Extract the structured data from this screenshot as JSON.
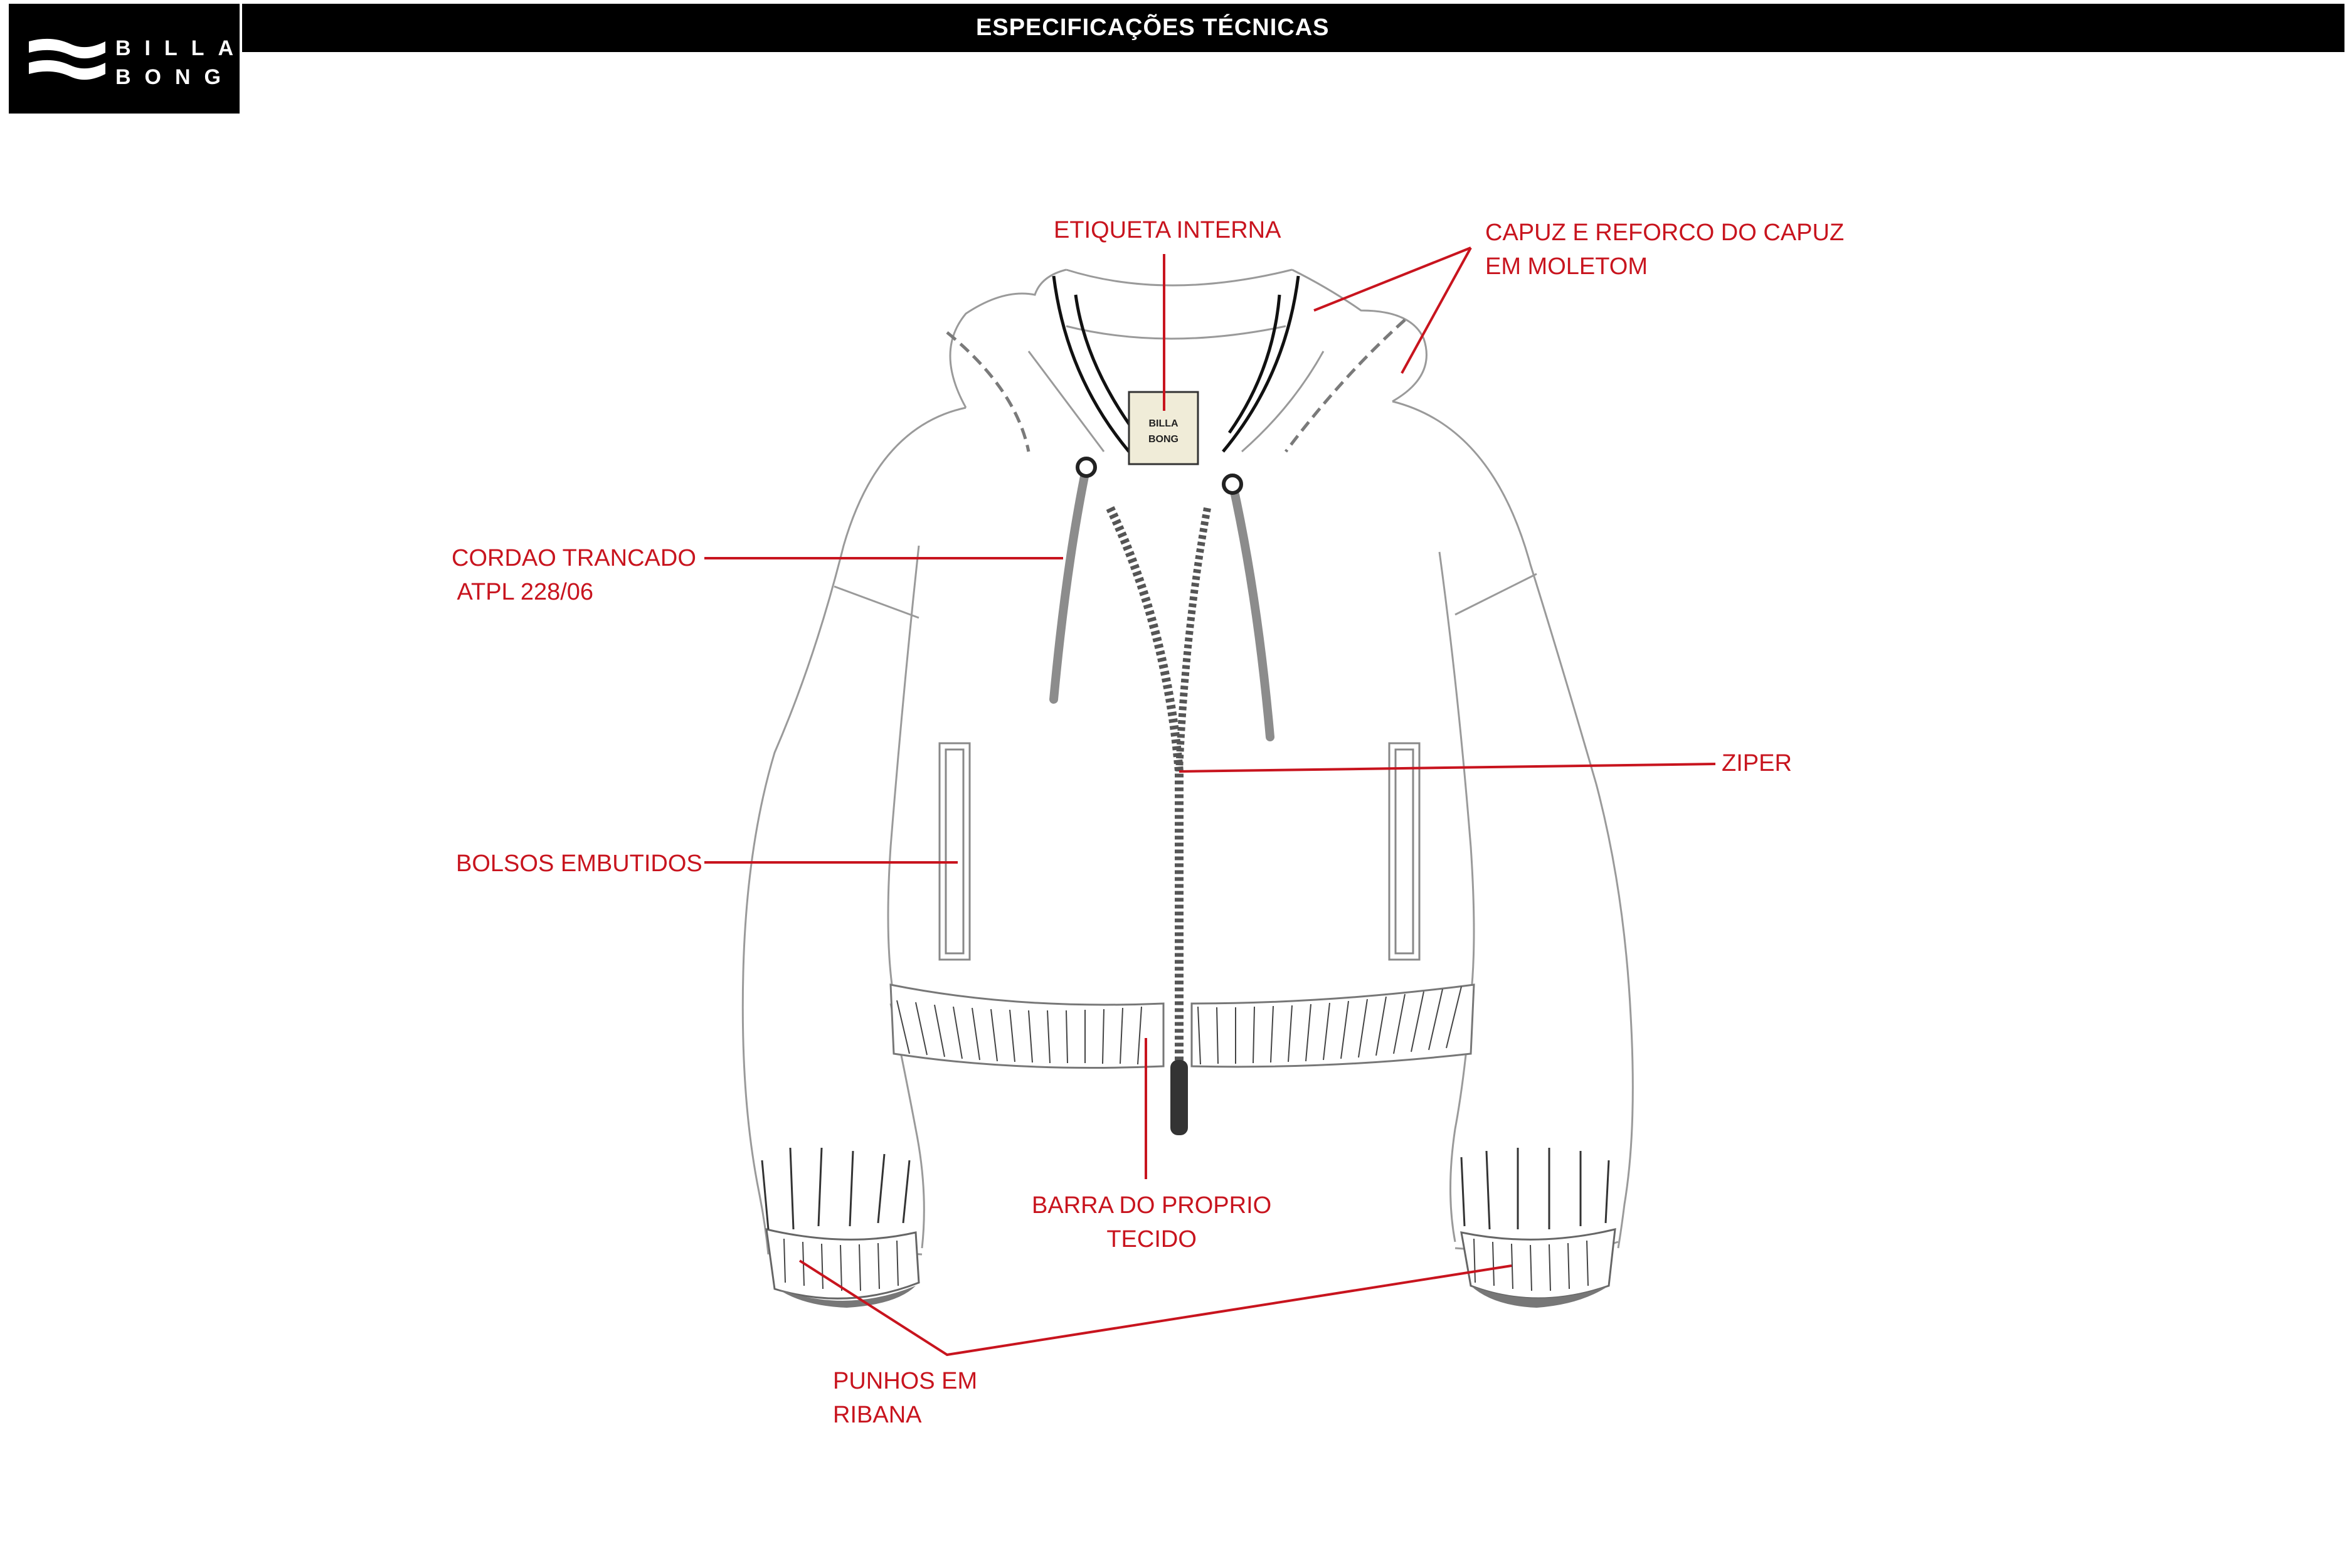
{
  "brand": {
    "line1": "BILLA",
    "line2": "BONG",
    "logo_icon": "billabong-wave-logo"
  },
  "header": {
    "title": "ESPECIFICAÇÕES TÉCNICAS"
  },
  "label_card": {
    "line1": "BILLA",
    "line2": "BONG"
  },
  "colors": {
    "annotation": "#c8141e",
    "sketch": "#8a8a8a",
    "header_bg": "#000000"
  },
  "callouts": {
    "etiqueta": "ETIQUETA INTERNA",
    "capuz": [
      "CAPUZ E REFORCO DO CAPUZ",
      "EM MOLETOM"
    ],
    "cordao": [
      "CORDAO TRANCADO",
      " ATPL 228/06"
    ],
    "ziper": "ZIPER",
    "bolsos": "BOLSOS EMBUTIDOS",
    "barra": [
      "BARRA DO PROPRIO",
      "TECIDO"
    ],
    "punhos": [
      "PUNHOS EM",
      "RIBANA"
    ]
  }
}
